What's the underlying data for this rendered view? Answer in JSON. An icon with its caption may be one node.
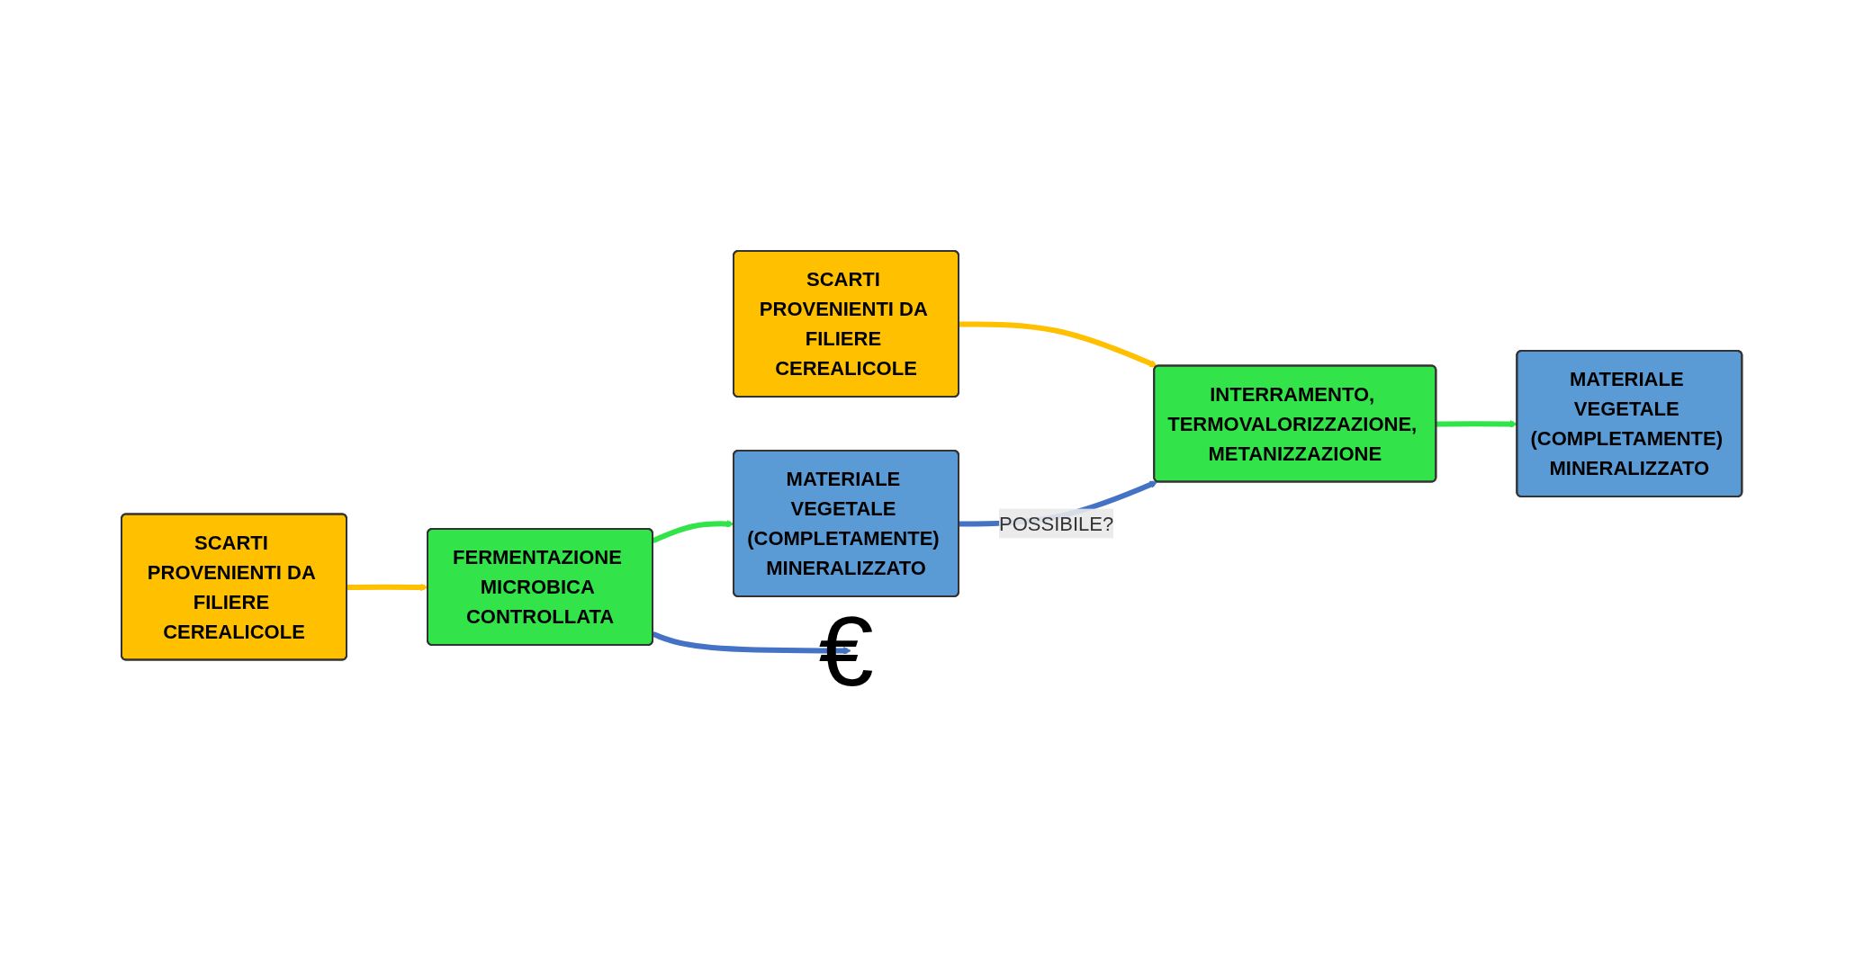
{
  "diagram": {
    "nodes": [
      {
        "text": [
          "SCARTI PROVENIENTI DA FILIERE CEREALICOLE"
        ]
      },
      {
        "text": [
          "INTERRAMENTO, TERMOVALORIZZAZIONE, METANIZZAZIONE"
        ]
      },
      {
        "text": [
          "MATERIALE VEGETALE (COMPLETAMENTE) MINERALIZZATO"
        ]
      },
      {
        "text": [
          "SCARTI PROVENIENTI DA FILIERE CEREALICOLE"
        ]
      },
      {
        "text": [
          "FERMENTAZIONE MICROBICA CONTROLLATA"
        ]
      },
      {
        "text": [
          "MATERIALE VEGETALE (COMPLETAMENTE) MINERALIZZATO"
        ]
      },
      {
        "text": [
          "€"
        ]
      }
    ],
    "edges": [
      {
        "from": 0,
        "to": 1,
        "arrow": "to",
        "color": "#ffc000"
      },
      {
        "from": 1,
        "to": 2,
        "arrow": "to",
        "color": "#33e34a"
      },
      {
        "from": 3,
        "to": 4,
        "arrow": "to",
        "color": "#ffc000"
      },
      {
        "from": 4,
        "to": 5,
        "arrow": "to",
        "color": "#33e34a"
      },
      {
        "from": 5,
        "to": 1,
        "label": "POSSIBILE?",
        "arrow": "to",
        "color": "#4472c4"
      },
      {
        "from": 4,
        "to": 6,
        "arrow": "to",
        "color": "#4472c4"
      }
    ]
  }
}
